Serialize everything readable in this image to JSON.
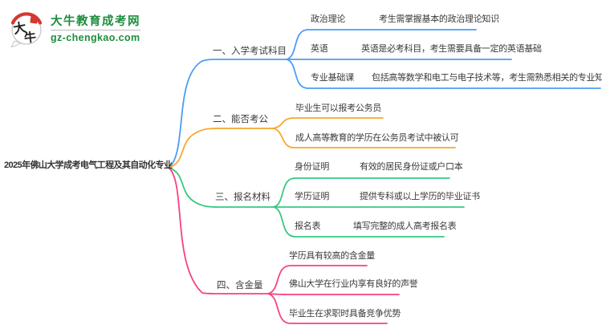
{
  "logo": {
    "name": "大牛教育成考网",
    "domain": "gz-chengkao.com",
    "icon_char1": "大",
    "icon_char2": "牛",
    "green": "#1E8C3E",
    "red": "#D6372E"
  },
  "colors": {
    "blue": "#4B9DF2",
    "orange": "#F8A72C",
    "green": "#36C97F",
    "pink": "#F5437F",
    "text": "#3A3A3A"
  },
  "root": {
    "title": "2025年佛山大学成考电气工程及其自动化专业"
  },
  "branches": [
    {
      "label": "一、入学考试科目",
      "color": "#4B9DF2",
      "children": [
        {
          "label": "政治理论",
          "desc": "考生需掌握基本的政治理论知识"
        },
        {
          "label": "英语",
          "desc": "英语是必考科目，考生需要具备一定的英语基础"
        },
        {
          "label": "专业基础课",
          "desc": "包括高等数学和电工与电子技术等，考生需熟悉相关的专业知识"
        }
      ]
    },
    {
      "label": "二、能否考公",
      "color": "#F8A72C",
      "children": [
        {
          "desc": "毕业生可以报考公务员"
        },
        {
          "desc": "成人高等教育的学历在公务员考试中被认可"
        }
      ]
    },
    {
      "label": "三、报名材料",
      "color": "#36C97F",
      "children": [
        {
          "label": "身份证明",
          "desc": "有效的居民身份证或户口本"
        },
        {
          "label": "学历证明",
          "desc": "提供专科或以上学历的毕业证书"
        },
        {
          "label": "报名表",
          "desc": "填写完整的成人高考报名表"
        }
      ]
    },
    {
      "label": "四、含金量",
      "color": "#F5437F",
      "children": [
        {
          "desc": "学历具有较高的含金量"
        },
        {
          "desc": "佛山大学在行业内享有良好的声誉"
        },
        {
          "desc": "毕业生在求职时具备竞争优势"
        }
      ]
    }
  ]
}
